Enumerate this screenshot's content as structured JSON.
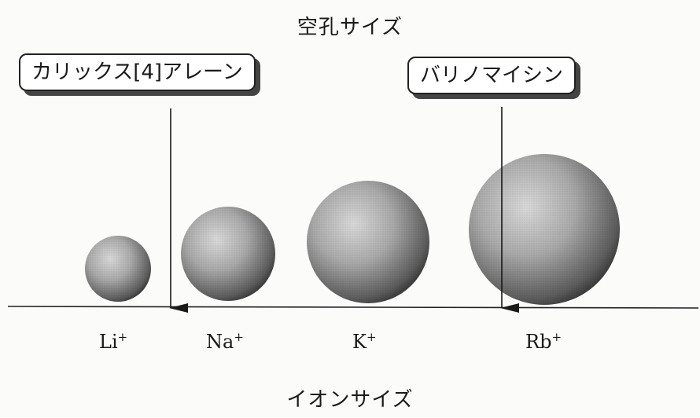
{
  "header": {
    "title": "空孔サイズ"
  },
  "callouts": {
    "left": "カリックス[4]アレーン",
    "right": "バリノマイシン"
  },
  "ions": [
    {
      "symbol": "Li",
      "charge": "+"
    },
    {
      "symbol": "Na",
      "charge": "+"
    },
    {
      "symbol": "K",
      "charge": "+"
    },
    {
      "symbol": "Rb",
      "charge": "+"
    }
  ],
  "footer": {
    "title": "イオンサイズ"
  }
}
